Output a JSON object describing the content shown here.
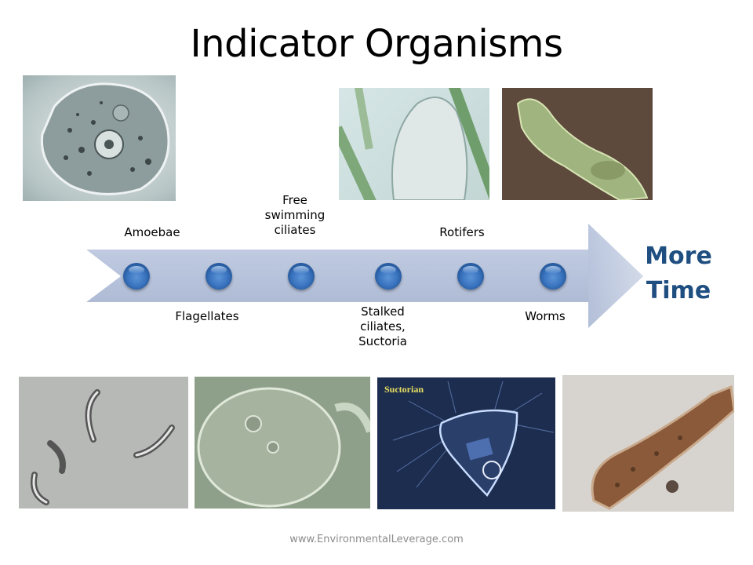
{
  "slide": {
    "title": "Indicator Organisms",
    "footer": "www.EnvironmentalLeverage.com",
    "arrow_text_line1": "More",
    "arrow_text_line2": "Time",
    "accent_color": "#1f4e80"
  },
  "timeline": {
    "stages": [
      {
        "label": "Amoebae",
        "position": "above"
      },
      {
        "label": "Flagellates",
        "position": "below"
      },
      {
        "label": "Free swimming ciliates",
        "lines": [
          "Free",
          "swimming",
          "ciliates"
        ],
        "position": "above"
      },
      {
        "label": "Stalked ciliates, Suctoria",
        "lines": [
          "Stalked",
          "ciliates,",
          "Suctoria"
        ],
        "position": "below"
      },
      {
        "label": "Rotifers",
        "position": "above"
      },
      {
        "label": "Worms",
        "position": "below"
      }
    ]
  },
  "photos": {
    "amoeba": "amoeba micrograph",
    "ciliate": "free swimming ciliate micrograph",
    "rotifer": "rotifer micrograph",
    "flagellates": "flagellates micrograph",
    "stalked": "stalked ciliate micrograph",
    "suctorian": "suctorian micrograph",
    "suctorian_caption": "Suctorian",
    "worm": "worm micrograph"
  }
}
